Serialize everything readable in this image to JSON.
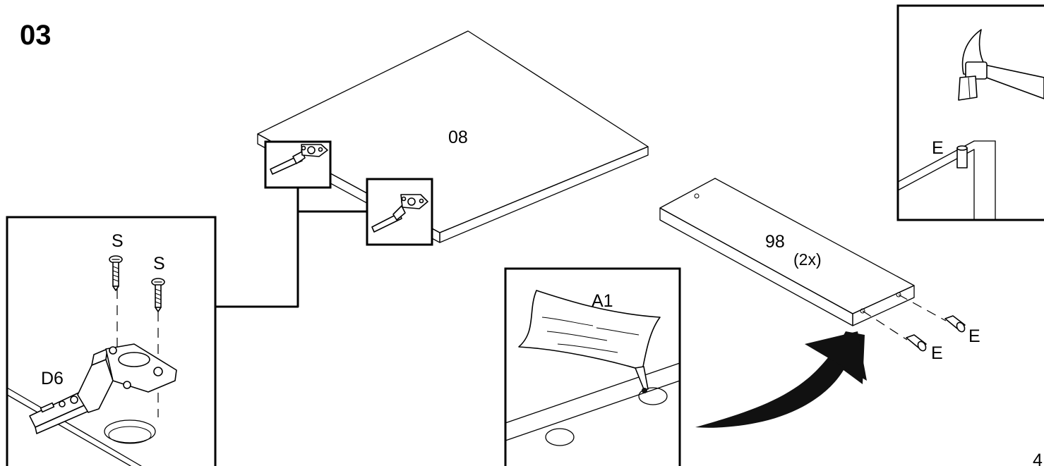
{
  "step": {
    "number": "03"
  },
  "parts": {
    "panel_main": "08",
    "panel_side": "98",
    "panel_side_qty": "(2x)",
    "glue": "A1",
    "hinge": "D6",
    "screw_1": "S",
    "screw_2": "S",
    "dowel_1": "E",
    "dowel_2": "E",
    "dowel_hammer": "E"
  },
  "page": {
    "number_partial": "4"
  }
}
